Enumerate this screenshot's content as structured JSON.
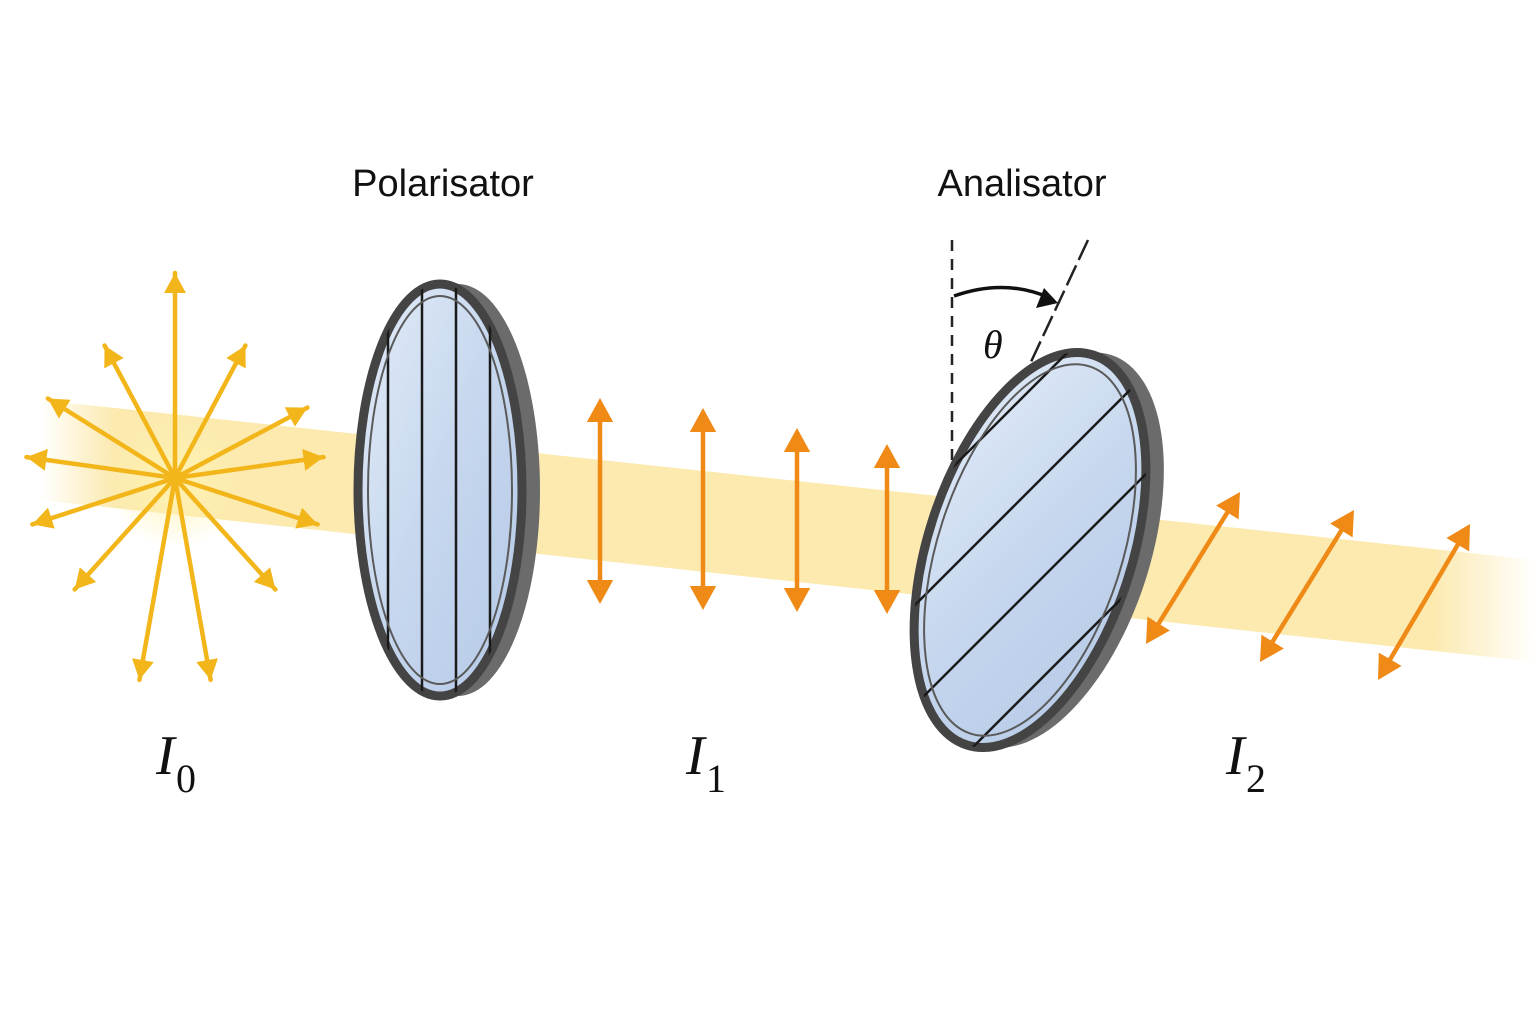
{
  "labels": {
    "polarizer": "Polarisator",
    "analyzer": "Analisator",
    "angle": "θ"
  },
  "intensities": [
    {
      "symbol": "I",
      "sub": "0"
    },
    {
      "symbol": "I",
      "sub": "1"
    },
    {
      "symbol": "I",
      "sub": "2"
    }
  ],
  "colors": {
    "beam": "#fbe7a6",
    "unpolarized_arrows": "#f2b61a",
    "polarized_arrows": "#ef8a17",
    "filter_glass": "#c9d9ee",
    "filter_rim": "#4a4a4a"
  }
}
